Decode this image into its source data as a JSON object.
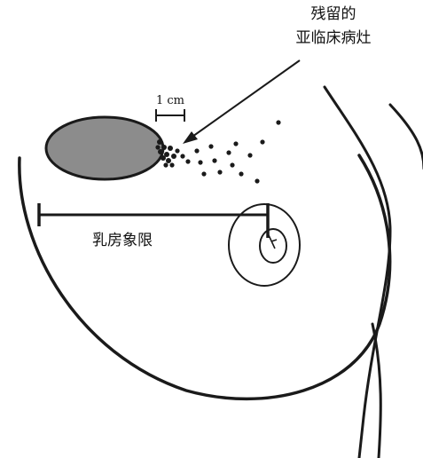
{
  "annotation": {
    "line1": "残留的",
    "line2": "亚临床病灶"
  },
  "scale_label": "1 cm",
  "quadrant_label": "乳房象限",
  "colors": {
    "ink": "#1a1a1a",
    "tumor_fill": "#8c8c8c"
  }
}
